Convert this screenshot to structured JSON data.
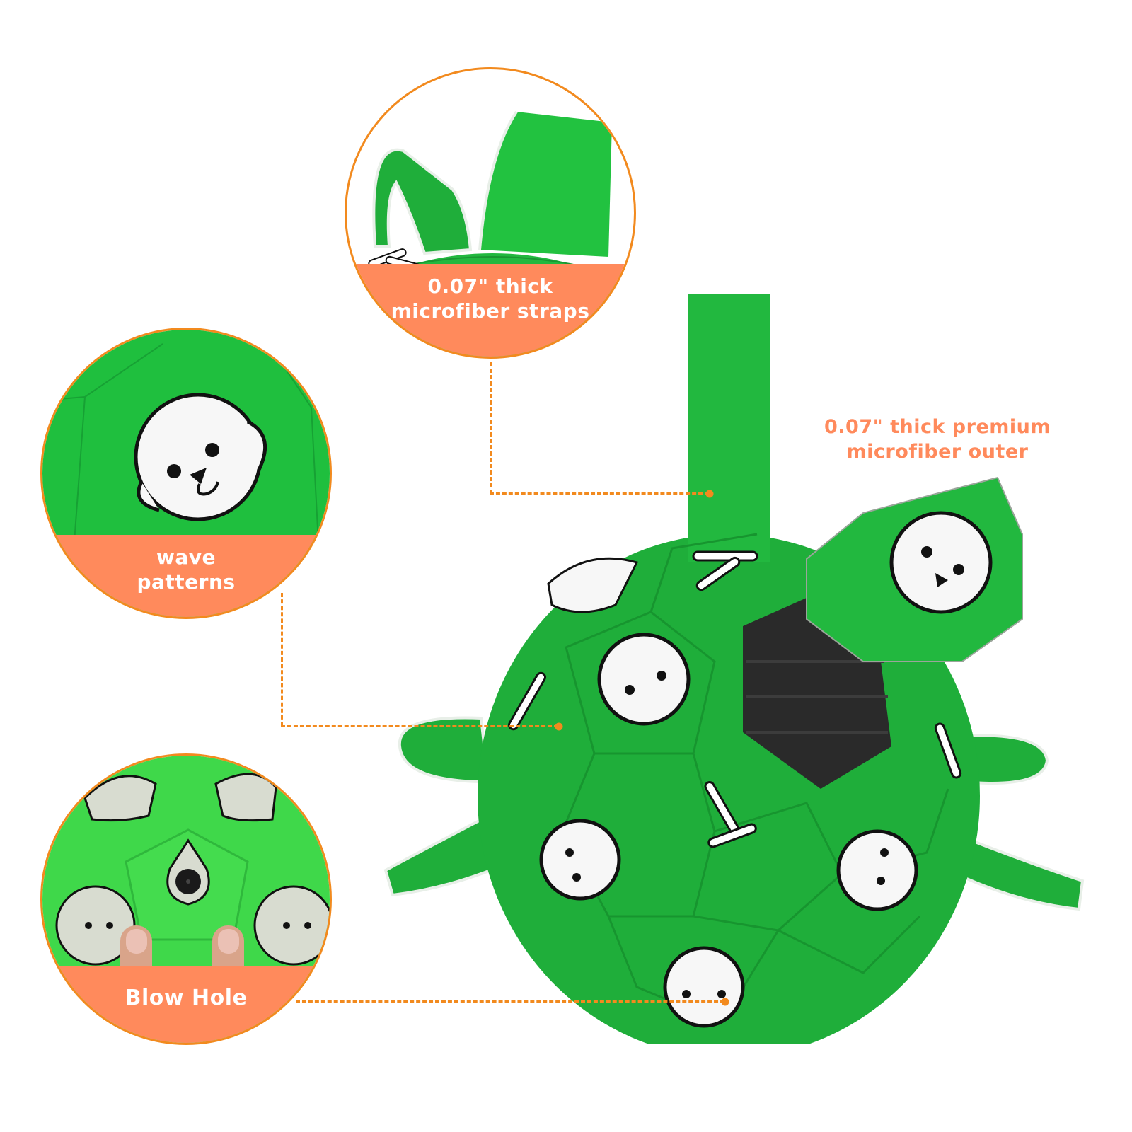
{
  "product": {
    "name": "green dog soccer ball with straps",
    "colors": {
      "ball_green": "#1fae3a",
      "strap_green": "#22b83f",
      "label_orange": "#ff8a5c",
      "line_orange": "#f28a1e",
      "print_white": "#ffffff",
      "bladder_black": "#2a2a2a"
    }
  },
  "callouts": {
    "straps": {
      "line1": "0.07\" thick",
      "line2": "microfiber straps",
      "icon": "strap-loops"
    },
    "wave": {
      "line1": "wave",
      "line2": "patterns",
      "icon": "dog-face-print"
    },
    "blowhole": {
      "line1": "Blow Hole",
      "icon": "valve-hole"
    },
    "outer": {
      "line1": "0.07\" thick premium",
      "line2": "microfiber outer",
      "icon": "hexagon-panel"
    }
  }
}
